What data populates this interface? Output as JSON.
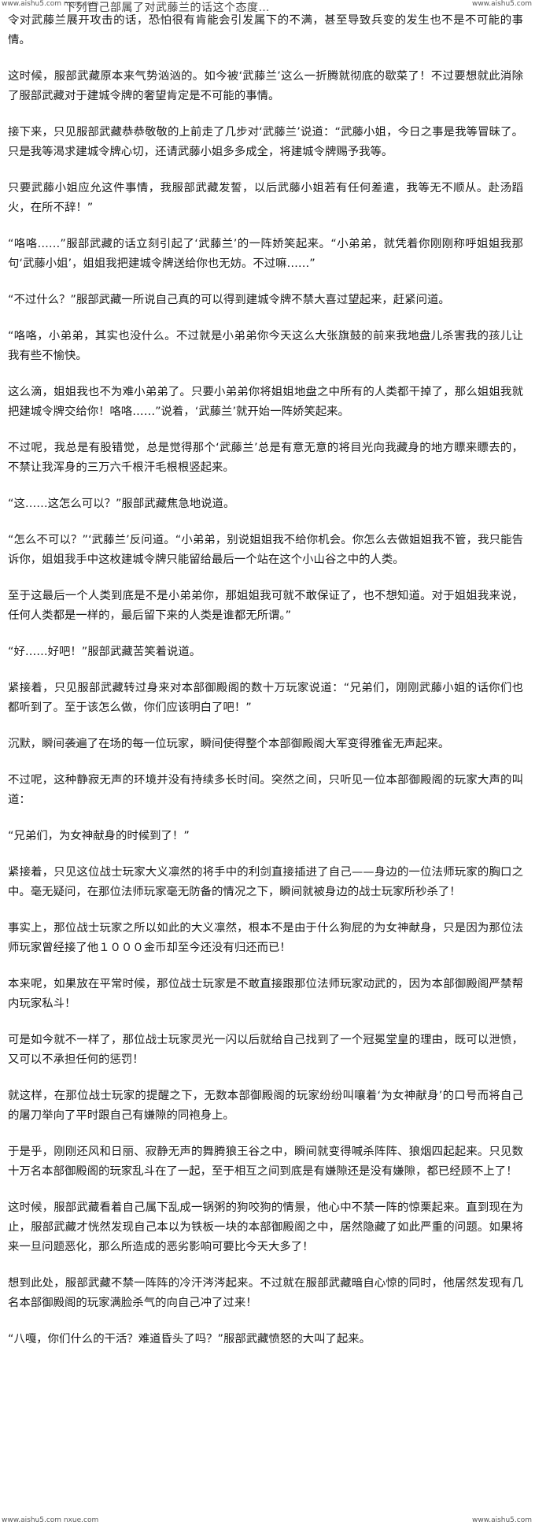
{
  "watermark": {
    "top_left": "www.aishu5.com nxue.com",
    "top_right": "www.aishu5.com",
    "bottom_left": "www.aishu5.com nxue.com",
    "bottom_right": "www.aishu5.com"
  },
  "header_fragment": "下列自己部属了对武藤兰的话这个态度…",
  "paragraphs": [
    "令对武藤兰展开攻击的话，恐怕很有肯能会引发属下的不满，甚至导致兵变的发生也不是不可能的事情。",
    "这时候，服部武藏原本来气势汹汹的。如今被‘武藤兰’这么一折腾就彻底的歇菜了！不过要想就此消除了服部武藏对于建城令牌的奢望肯定是不可能的事情。",
    "接下来，只见服部武藏恭恭敬敬的上前走了几步对‘武藤兰’说道：“武藤小姐，今日之事是我等冒昧了。只是我等渴求建城令牌心切，还请武藤小姐多多成全，将建城令牌赐予我等。",
    "只要武藤小姐应允这件事情，我服部武藏发誓，以后武藤小姐若有任何差遣，我等无不顺从。赴汤蹈火，在所不辞！”",
    "“咯咯……”服部武藏的话立刻引起了‘武藤兰’的一阵娇笑起来。“小弟弟，就凭着你刚刚称呼姐姐我那句‘武藤小姐’，姐姐我把建城令牌送给你也无妨。不过嘛……”",
    "“不过什么？”服部武藏一所说自己真的可以得到建城令牌不禁大喜过望起来，赶紧问道。",
    "“咯咯，小弟弟，其实也没什么。不过就是小弟弟你今天这么大张旗鼓的前来我地盘儿杀害我的孩儿让我有些不愉快。",
    "这么滴，姐姐我也不为难小弟弟了。只要小弟弟你将姐姐地盘之中所有的人类都干掉了，那么姐姐我就把建城令牌交给你！咯咯……”说着，‘武藤兰’就开始一阵娇笑起来。",
    "不过呢，我总是有股错觉，总是觉得那个‘武藤兰’总是有意无意的将目光向我藏身的地方瞟来瞟去的，不禁让我浑身的三万六千根汗毛根根竖起来。",
    "“这……这怎么可以？”服部武藏焦急地说道。",
    "“怎么不可以？”‘武藤兰’反问道。“小弟弟，别说姐姐我不给你机会。你怎么去做姐姐我不管，我只能告诉你，姐姐我手中这枚建城令牌只能留给最后一个站在这个小山谷之中的人类。",
    "至于这最后一个人类到底是不是小弟弟你，那姐姐我可就不敢保证了，也不想知道。对于姐姐我来说，任何人类都是一样的，最后留下来的人类是谁都无所谓。”",
    "“好……好吧！”服部武藏苦笑着说道。",
    "紧接着，只见服部武藏转过身来对本部御殿阁的数十万玩家说道：“兄弟们，刚刚武藤小姐的话你们也都听到了。至于该怎么做，你们应该明白了吧！”",
    "沉默，瞬间袭遍了在场的每一位玩家，瞬间使得整个本部御殿阁大军变得雅雀无声起来。",
    "不过呢，这种静寂无声的环境并没有持续多长时间。突然之间，只听见一位本部御殿阁的玩家大声的叫道：",
    "“兄弟们，为女神献身的时候到了！”",
    "紧接着，只见这位战士玩家大义凛然的将手中的利剑直接插进了自己——身边的一位法师玩家的胸口之中。毫无疑问，在那位法师玩家毫无防备的情况之下，瞬间就被身边的战士玩家所秒杀了！",
    "事实上，那位战士玩家之所以如此的大义凛然，根本不是由于什么狗屁的为女神献身，只是因为那位法师玩家曾经接了他１０００金币却至今还没有归还而已！",
    "本来呢，如果放在平常时候，那位战士玩家是不敢直接跟那位法师玩家动武的，因为本部御殿阁严禁帮内玩家私斗！",
    "可是如今就不一样了，那位战士玩家灵光一闪以后就给自己找到了一个冠冕堂皇的理由，既可以泄愤，又可以不承担任何的惩罚！",
    "就这样，在那位战士玩家的提醒之下，无数本部御殿阁的玩家纷纷叫嚷着‘为女神献身’的口号而将自己的屠刀举向了平时跟自己有嫌隙的同袍身上。",
    "于是乎，刚刚还风和日丽、寂静无声的舞腾狼王谷之中，瞬间就变得喊杀阵阵、狼烟四起起来。只见数十万名本部御殿阁的玩家乱斗在了一起，至于相互之间到底是有嫌隙还是没有嫌隙，都已经顾不上了！",
    "这时候，服部武藏看着自己属下乱成一锅粥的狗咬狗的情景，他心中不禁一阵的惊栗起来。直到现在为止，服部武藏才恍然发现自己本以为铁板一块的本部御殿阁之中，居然隐藏了如此严重的问题。如果将来一旦问题恶化，那么所造成的恶劣影响可要比今天大多了！",
    "想到此处，服部武藏不禁一阵阵的冷汗涔涔起来。不过就在服部武藏暗自心惊的同时，他居然发现有几名本部御殿阁的玩家满脸杀气的向自己冲了过来！",
    "“八嘎，你们什么的干活？难道昏头了吗？”服部武藏愤怒的大叫了起来。"
  ]
}
